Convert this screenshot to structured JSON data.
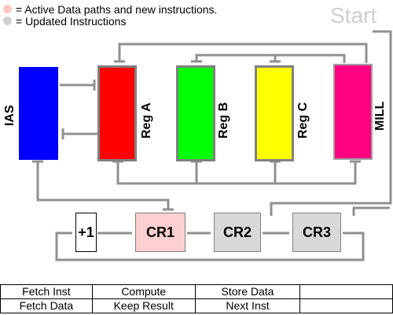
{
  "legend": {
    "active": {
      "text": "= Active Data paths and new instructions.",
      "color": "#ffc8c8"
    },
    "updated": {
      "text": "= Updated Instructions",
      "color": "#d0d0d0"
    }
  },
  "start_label": "Start",
  "registers": {
    "ias": {
      "label": "IAS",
      "color": "#0000ff"
    },
    "reg_a": {
      "label": "Reg A",
      "color": "#ff0000"
    },
    "reg_b": {
      "label": "Reg B",
      "color": "#00ff00"
    },
    "reg_c": {
      "label": "Reg C",
      "color": "#ffff00"
    },
    "mill": {
      "label": "MILL",
      "color": "#ff0080"
    }
  },
  "control_registers": {
    "inc": {
      "label": "+1",
      "color": "#ffffff"
    },
    "cr1": {
      "label": "CR1",
      "color": "#ffd0d0"
    },
    "cr2": {
      "label": "CR2",
      "color": "#d8d8d8"
    },
    "cr3": {
      "label": "CR3",
      "color": "#d8d8d8"
    }
  },
  "wire_color": "#909090",
  "control_table": [
    [
      "Fetch Inst",
      "Compute",
      "Store Data",
      ""
    ],
    [
      "Fetch Data",
      "Keep Result",
      "Next Inst",
      ""
    ]
  ]
}
